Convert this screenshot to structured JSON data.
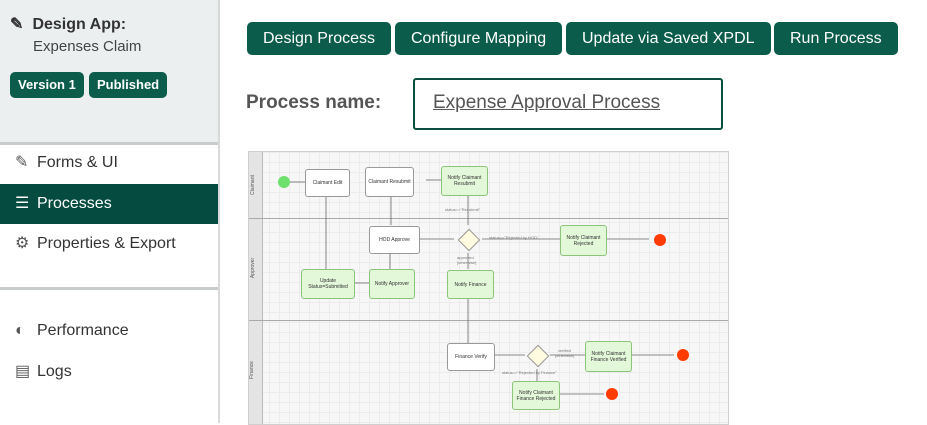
{
  "app": {
    "title": "Design App:",
    "subtitle": "Expenses Claim",
    "badges": [
      "Version 1",
      "Published"
    ]
  },
  "nav": {
    "items": [
      {
        "label": "Forms & UI",
        "icon": "edit-icon"
      },
      {
        "label": "Processes",
        "icon": "list-icon",
        "active": true
      },
      {
        "label": "Properties & Export",
        "icon": "gear-icon"
      },
      {
        "label": "Performance",
        "icon": "gauge-icon"
      },
      {
        "label": "Logs",
        "icon": "scroll-icon"
      }
    ]
  },
  "toolbar": {
    "buttons": [
      "Design Process",
      "Configure Mapping",
      "Update via Saved XPDL",
      "Run Process"
    ]
  },
  "process": {
    "name_label": "Process name:",
    "name_value": "Expense Approval Process"
  },
  "diagram": {
    "lanes": [
      "Claimant",
      "Approver",
      "Finance"
    ],
    "nodes": {
      "claimant_edit": "Claimant Edit",
      "claimant_resubmit": "Claimant Resubmit",
      "notify_resubmit": "Notify Claimant Resubmit",
      "hod_approve": "HOD Approve",
      "notify_rejected": "Notify Claimant Rejected",
      "update_status": "Update Status=Submitted",
      "notify_approver": "Notify Approver",
      "notify_finance": "Notify Finance",
      "finance_verify": "Finance Verify",
      "notify_verified": "Notify Claimant Finance Verified",
      "notify_fin_rejected": "Notify Claimant Finance Rejected"
    },
    "labels": {
      "resubmit_cond": "status==\"Resubmit\"",
      "rejected_hod": "status==\"Rejected by HOD\"",
      "approved": "approved",
      "otherwise1": "[otherwise]",
      "verified": "verified",
      "otherwise2": "[otherwise]",
      "rejected_fin": "status==\"Rejected by Finance\""
    }
  },
  "colors": {
    "accent": "#0b5c4a",
    "active_nav": "#054b3f",
    "start_event": "#6ee06e",
    "end_event": "#ff3b00"
  }
}
